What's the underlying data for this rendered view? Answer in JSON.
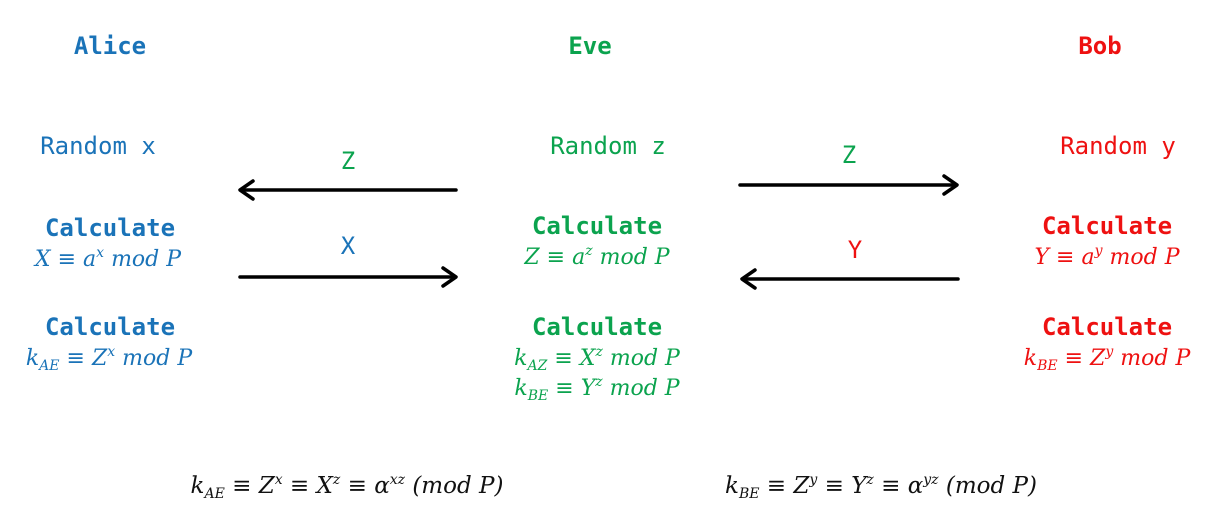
{
  "colors": {
    "alice": "#1a73b8",
    "eve": "#0ba34e",
    "bob": "#ee1111",
    "text": "#111111",
    "arrow": "#000000"
  },
  "alice": {
    "name": "Alice",
    "random": "Random x",
    "calc1_label": "Calculate",
    "calc1_lhs": "X",
    "calc1_base": "a",
    "calc1_exp": "x",
    "calc2_label": "Calculate",
    "calc2_k": "k",
    "calc2_sub": "AE",
    "calc2_base": "Z",
    "calc2_exp": "x",
    "mod": "mod P"
  },
  "eve": {
    "name": "Eve",
    "random": "Random z",
    "calc1_label": "Calculate",
    "calc1_lhs": "Z",
    "calc1_base": "a",
    "calc1_exp": "z",
    "calc2_label": "Calculate",
    "calc2a_k": "k",
    "calc2a_sub": "AZ",
    "calc2a_base": "X",
    "calc2a_exp": "z",
    "calc2b_k": "k",
    "calc2b_sub": "BE",
    "calc2b_base": "Y",
    "calc2b_exp": "z",
    "mod": "mod P"
  },
  "bob": {
    "name": "Bob",
    "random": "Random y",
    "calc1_label": "Calculate",
    "calc1_lhs": "Y",
    "calc1_base": "a",
    "calc1_exp": "y",
    "calc2_label": "Calculate",
    "calc2_k": "k",
    "calc2_sub": "BE",
    "calc2_base": "Z",
    "calc2_exp": "y",
    "mod": "mod P"
  },
  "messages": [
    {
      "label": "Z",
      "from": "Eve",
      "to": "Alice"
    },
    {
      "label": "X",
      "from": "Alice",
      "to": "Eve"
    },
    {
      "label": "Z",
      "from": "Eve",
      "to": "Bob"
    },
    {
      "label": "Y",
      "from": "Bob",
      "to": "Eve"
    }
  ],
  "equiv": "≡",
  "summary": {
    "left": {
      "k": "k",
      "sub": "AE",
      "b1": "Z",
      "e1": "x",
      "b2": "X",
      "e2": "z",
      "b3": "α",
      "e3": "xz",
      "mod": "(mod P)"
    },
    "right": {
      "k": "k",
      "sub": "BE",
      "b1": "Z",
      "e1": "y",
      "b2": "Y",
      "e2": "z",
      "b3": "α",
      "e3": "yz",
      "mod": "(mod P)"
    }
  }
}
